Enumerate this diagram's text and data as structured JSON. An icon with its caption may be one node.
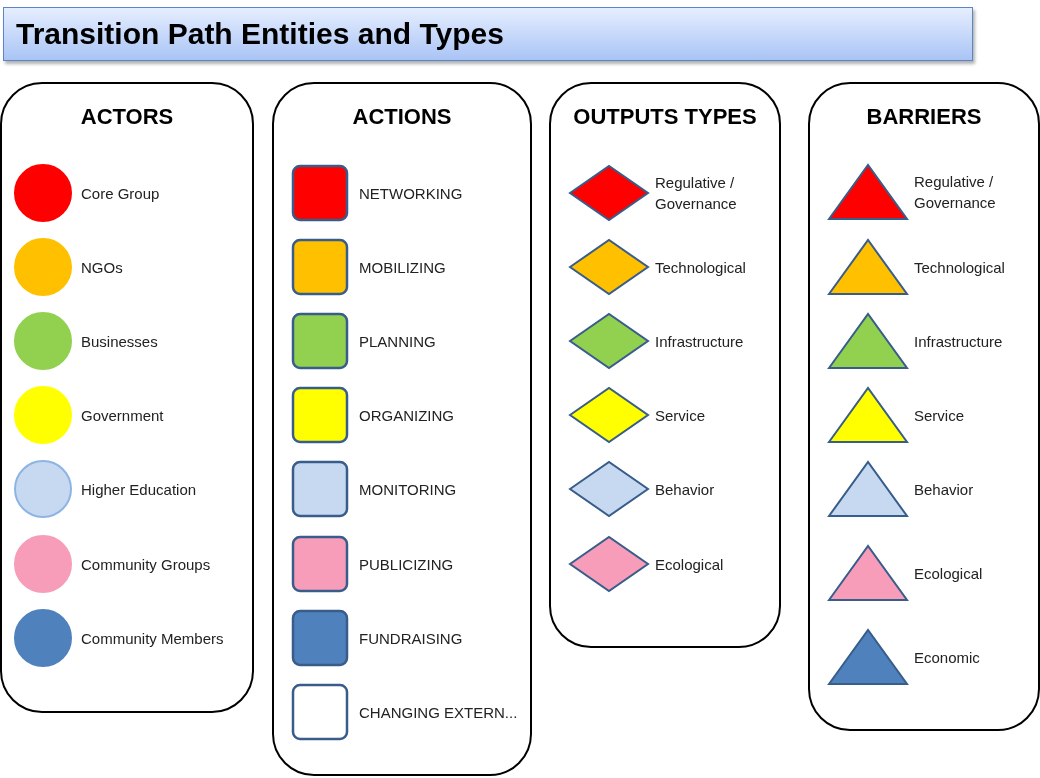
{
  "diagram": {
    "title": "Transition Path Entities and Types",
    "nodes": [
      {
        "text": [
          "ACTORS"
        ]
      },
      {
        "text": [],
        "shape": "circle",
        "beside": [
          "Core Group"
        ],
        "in": 0
      },
      {
        "text": [],
        "shape": "circle",
        "beside": [
          "NGOs"
        ],
        "in": 0
      },
      {
        "text": [],
        "shape": "circle",
        "beside": [
          "Businesses"
        ],
        "in": 0
      },
      {
        "text": [],
        "shape": "circle",
        "beside": [
          "Government"
        ],
        "in": 0
      },
      {
        "text": [],
        "shape": "circle",
        "beside": [
          "Higher Education"
        ],
        "in": 0
      },
      {
        "text": [],
        "shape": "circle",
        "beside": [
          "Community Groups"
        ],
        "in": 0
      },
      {
        "text": [],
        "shape": "circle",
        "beside": [
          "Community Members"
        ],
        "in": 0
      },
      {
        "text": [
          "ACTIONS"
        ]
      },
      {
        "text": [],
        "shape": "box",
        "beside": [
          "NETWORKING"
        ],
        "in": 8
      },
      {
        "text": [],
        "shape": "box",
        "beside": [
          "MOBILIZING"
        ],
        "in": 8
      },
      {
        "text": [],
        "shape": "box",
        "beside": [
          "PLANNING"
        ],
        "in": 8
      },
      {
        "text": [],
        "shape": "box",
        "beside": [
          "ORGANIZING"
        ],
        "in": 8
      },
      {
        "text": [],
        "shape": "box",
        "beside": [
          "MONITORING"
        ],
        "in": 8
      },
      {
        "text": [],
        "shape": "box",
        "beside": [
          "PUBLICIZING"
        ],
        "in": 8
      },
      {
        "text": [],
        "shape": "box",
        "beside": [
          "FUNDRAISING"
        ],
        "in": 8
      },
      {
        "text": [],
        "shape": "box",
        "beside": [
          "CHANGING EXTERN..."
        ],
        "in": 8
      },
      {
        "text": [
          "OUTPUTS TYPES"
        ]
      },
      {
        "text": [],
        "shape": "diamond",
        "beside": [
          "Regulative / Governance"
        ],
        "in": 17
      },
      {
        "text": [],
        "shape": "diamond",
        "beside": [
          "Technological"
        ],
        "in": 17
      },
      {
        "text": [],
        "shape": "diamond",
        "beside": [
          "Infrastructure"
        ],
        "in": 17
      },
      {
        "text": [],
        "shape": "diamond",
        "beside": [
          "Service"
        ],
        "in": 17
      },
      {
        "text": [],
        "shape": "diamond",
        "beside": [
          "Behavior"
        ],
        "in": 17
      },
      {
        "text": [],
        "shape": "diamond",
        "beside": [
          "Ecological"
        ],
        "in": 17
      },
      {
        "text": [
          "BARRIERS"
        ]
      },
      {
        "text": [],
        "shape": "triangle",
        "beside": [
          "Regulative / Governance"
        ],
        "in": 24
      },
      {
        "text": [],
        "shape": "triangle",
        "beside": [
          "Technological"
        ],
        "in": 24
      },
      {
        "text": [],
        "shape": "triangle",
        "beside": [
          "Infrastructure"
        ],
        "in": 24
      },
      {
        "text": [],
        "shape": "triangle",
        "beside": [
          "Service"
        ],
        "in": 24
      },
      {
        "text": [],
        "shape": "triangle",
        "beside": [
          "Behavior"
        ],
        "in": 24
      },
      {
        "text": [],
        "shape": "triangle",
        "beside": [
          "Ecological"
        ],
        "in": 24
      },
      {
        "text": [],
        "shape": "triangle",
        "beside": [
          "Economic"
        ],
        "in": 24
      }
    ]
  }
}
